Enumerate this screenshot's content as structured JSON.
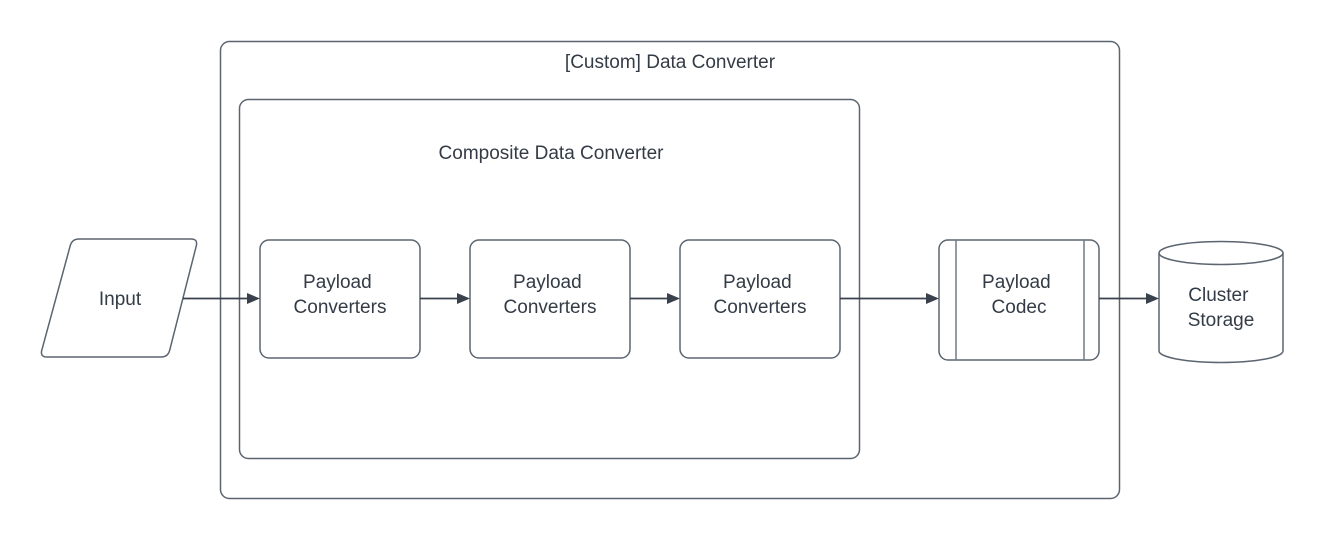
{
  "containers": {
    "custom_data_converter": {
      "label": "[Custom] Data Converter"
    },
    "composite_data_converter": {
      "label": "Composite Data Converter"
    }
  },
  "nodes": {
    "input": {
      "label": "Input"
    },
    "payload_converters_1": {
      "lines": [
        "Payload",
        "Converters"
      ]
    },
    "payload_converters_2": {
      "lines": [
        "Payload",
        "Converters"
      ]
    },
    "payload_converters_3": {
      "lines": [
        "Payload",
        "Converters"
      ]
    },
    "payload_codec": {
      "lines": [
        "Payload",
        "Codec"
      ]
    },
    "cluster_storage": {
      "lines": [
        "Cluster",
        "Storage"
      ]
    }
  },
  "edges": [
    {
      "from": "input",
      "to": "payload_converters_1"
    },
    {
      "from": "payload_converters_1",
      "to": "payload_converters_2"
    },
    {
      "from": "payload_converters_2",
      "to": "payload_converters_3"
    },
    {
      "from": "payload_converters_3",
      "to": "payload_codec"
    },
    {
      "from": "payload_codec",
      "to": "cluster_storage"
    }
  ],
  "colors": {
    "background": "#ffffff",
    "stroke": "#5b6570",
    "text": "#333c46",
    "arrow": "#39424c"
  }
}
